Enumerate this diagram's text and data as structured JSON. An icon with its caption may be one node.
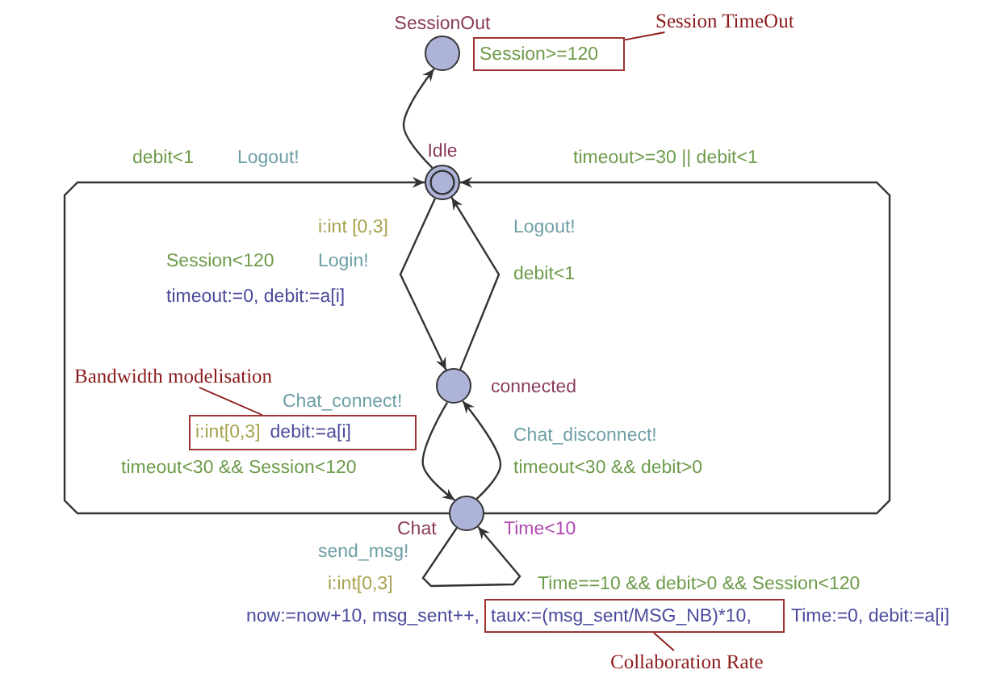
{
  "diagram": {
    "nodes": [
      {
        "text": [
          "SessionOut"
        ]
      },
      {
        "text": [
          "Idle"
        ]
      },
      {
        "text": [
          "connected"
        ]
      },
      {
        "text": [
          "Chat"
        ],
        "beside": [
          "Time<10"
        ]
      },
      {
        "text": [
          "Session>=120"
        ]
      },
      {
        "text": [
          "Session TimeOut"
        ]
      },
      {
        "text": [
          "i:int[0,3]",
          "debit:=a[i]"
        ]
      },
      {
        "text": [
          "Bandwidth  modelisation"
        ]
      },
      {
        "text": [
          "taux:=(msg_sent/MSG_NB)*10,"
        ]
      },
      {
        "text": [
          "Collaboration Rate"
        ]
      }
    ],
    "edges": [
      {
        "from": 1,
        "to": 0,
        "arrow": "to"
      },
      {
        "from": 1,
        "to": 2,
        "arrow": "to",
        "label": "Login!"
      },
      {
        "from": 2,
        "to": 1,
        "arrow": "to",
        "label": "Logout!"
      },
      {
        "from": 2,
        "to": 3,
        "arrow": "to",
        "label": "Chat_connect!"
      },
      {
        "from": 3,
        "to": 2,
        "arrow": "to",
        "label": "Chat_disconnect!"
      },
      {
        "from": 3,
        "to": 3,
        "arrow": "to",
        "label": "send_msg!"
      },
      {
        "from": 3,
        "to": 1,
        "arrow": "to",
        "label": "Logout!"
      },
      {
        "from": 3,
        "to": 1,
        "arrow": "to",
        "label": "timeout>=30 || debit<1"
      },
      {
        "from": 5,
        "to": 4,
        "arrow": "none"
      },
      {
        "from": 7,
        "to": 6,
        "arrow": "none"
      },
      {
        "from": 9,
        "to": 8,
        "arrow": "none"
      }
    ],
    "labels": [
      "debit<1",
      "i:int [0,3]",
      "Session<120",
      "debit<1",
      "timeout:=0, debit:=a[i]",
      "timeout<30 && Session<120",
      "timeout<30 && debit>0",
      "i:int[0,3]",
      "Time==10 && debit>0 && Session<120",
      "now:=now+10, msg_sent++,",
      "Time:=0, debit:=a[i]"
    ]
  }
}
